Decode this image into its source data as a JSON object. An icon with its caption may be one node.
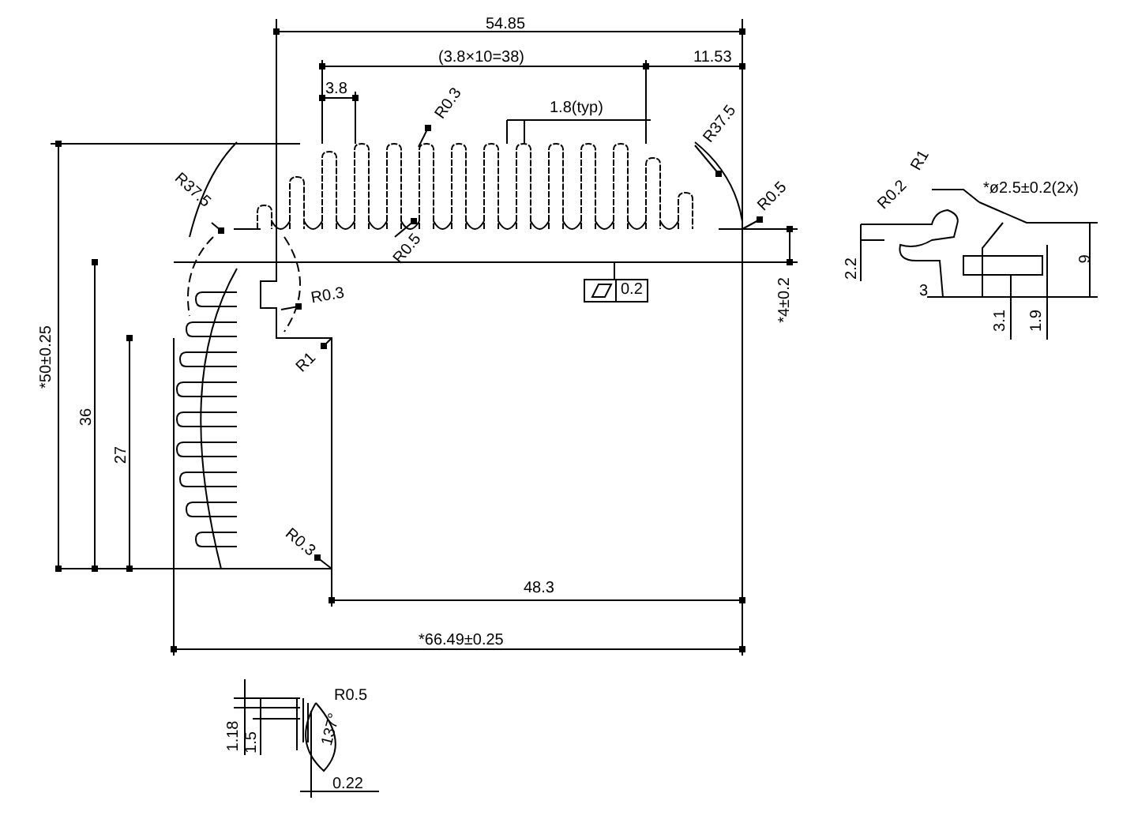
{
  "diagram": {
    "labels": [
      "54.85",
      "(3.8×10=38)",
      "11.53",
      "3.8",
      "R0.3",
      "1.8(typ)",
      "R37.5",
      "R37.5",
      "R0.5",
      "R0.5",
      "R0.3",
      "R1",
      "0.2",
      "*4±0.2",
      "*50±0.25",
      "36",
      "27",
      "R0.3",
      "48.3",
      "*66.49±0.25",
      "R1",
      "R0.2",
      "*ø2.5±0.2(2x)",
      "2.2",
      "3",
      "9",
      "3.1",
      "1.9",
      "1.18",
      "1.5",
      "R0.5",
      "137°",
      "0.22"
    ]
  }
}
